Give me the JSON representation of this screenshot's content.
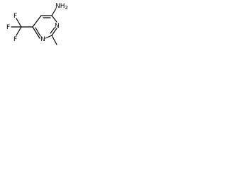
{
  "molecule": {
    "labels": {
      "amine": "NH",
      "amine_sub": "2",
      "ring_n_top": "N",
      "ring_n_bottom": "N",
      "fluorine_left": "F",
      "fluorine_top": "F",
      "fluorine_bottom": "F"
    }
  },
  "colors": {
    "bond": "#000000",
    "label": "#000000",
    "background": "#ffffff"
  }
}
